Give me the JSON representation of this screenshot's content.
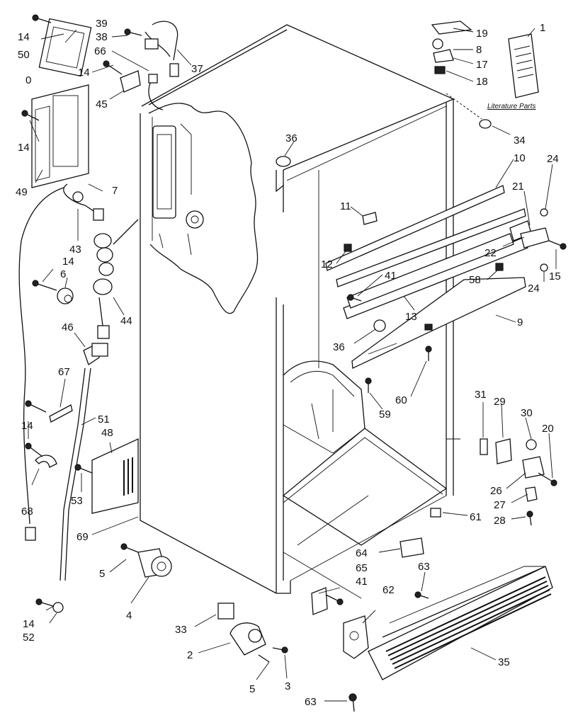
{
  "diagram": {
    "literature_label": "Literature Parts",
    "callouts": [
      {
        "id": "c14a",
        "text": "14"
      },
      {
        "id": "c39",
        "text": "39"
      },
      {
        "id": "c38",
        "text": "38"
      },
      {
        "id": "c50",
        "text": "50"
      },
      {
        "id": "c66",
        "text": "66"
      },
      {
        "id": "c0",
        "text": "0"
      },
      {
        "id": "c37",
        "text": "37"
      },
      {
        "id": "c14b",
        "text": "14"
      },
      {
        "id": "c45",
        "text": "45"
      },
      {
        "id": "c14c",
        "text": "14"
      },
      {
        "id": "c49",
        "text": "49"
      },
      {
        "id": "c7",
        "text": "7"
      },
      {
        "id": "c43",
        "text": "43"
      },
      {
        "id": "c14d",
        "text": "14"
      },
      {
        "id": "c6",
        "text": "6"
      },
      {
        "id": "c44",
        "text": "44"
      },
      {
        "id": "c46",
        "text": "46"
      },
      {
        "id": "c67",
        "text": "67"
      },
      {
        "id": "c51",
        "text": "51"
      },
      {
        "id": "c48",
        "text": "48"
      },
      {
        "id": "c14e",
        "text": "14"
      },
      {
        "id": "c53",
        "text": "53"
      },
      {
        "id": "c68",
        "text": "68"
      },
      {
        "id": "c69",
        "text": "69"
      },
      {
        "id": "c5a",
        "text": "5"
      },
      {
        "id": "c4",
        "text": "4"
      },
      {
        "id": "c14f",
        "text": "14"
      },
      {
        "id": "c52",
        "text": "52"
      },
      {
        "id": "c33",
        "text": "33"
      },
      {
        "id": "c2",
        "text": "2"
      },
      {
        "id": "c5b",
        "text": "5"
      },
      {
        "id": "c3",
        "text": "3"
      },
      {
        "id": "c63a",
        "text": "63"
      },
      {
        "id": "c19",
        "text": "19"
      },
      {
        "id": "c8",
        "text": "8"
      },
      {
        "id": "c17",
        "text": "17"
      },
      {
        "id": "c18",
        "text": "18"
      },
      {
        "id": "c1",
        "text": "1"
      },
      {
        "id": "c34",
        "text": "34"
      },
      {
        "id": "c10",
        "text": "10"
      },
      {
        "id": "c36a",
        "text": "36"
      },
      {
        "id": "c24a",
        "text": "24"
      },
      {
        "id": "c21",
        "text": "21"
      },
      {
        "id": "c11",
        "text": "11"
      },
      {
        "id": "c22",
        "text": "22"
      },
      {
        "id": "c15",
        "text": "15"
      },
      {
        "id": "c12",
        "text": "12"
      },
      {
        "id": "c41a",
        "text": "41"
      },
      {
        "id": "c58",
        "text": "58"
      },
      {
        "id": "c24b",
        "text": "24"
      },
      {
        "id": "c13",
        "text": "13"
      },
      {
        "id": "c9",
        "text": "9"
      },
      {
        "id": "c36b",
        "text": "36"
      },
      {
        "id": "c60",
        "text": "60"
      },
      {
        "id": "c59",
        "text": "59"
      },
      {
        "id": "c31",
        "text": "31"
      },
      {
        "id": "c29",
        "text": "29"
      },
      {
        "id": "c30",
        "text": "30"
      },
      {
        "id": "c20",
        "text": "20"
      },
      {
        "id": "c26",
        "text": "26"
      },
      {
        "id": "c27",
        "text": "27"
      },
      {
        "id": "c28",
        "text": "28"
      },
      {
        "id": "c61",
        "text": "61"
      },
      {
        "id": "c64",
        "text": "64"
      },
      {
        "id": "c65",
        "text": "65"
      },
      {
        "id": "c41b",
        "text": "41"
      },
      {
        "id": "c63b",
        "text": "63"
      },
      {
        "id": "c62",
        "text": "62"
      },
      {
        "id": "c35",
        "text": "35"
      }
    ]
  }
}
